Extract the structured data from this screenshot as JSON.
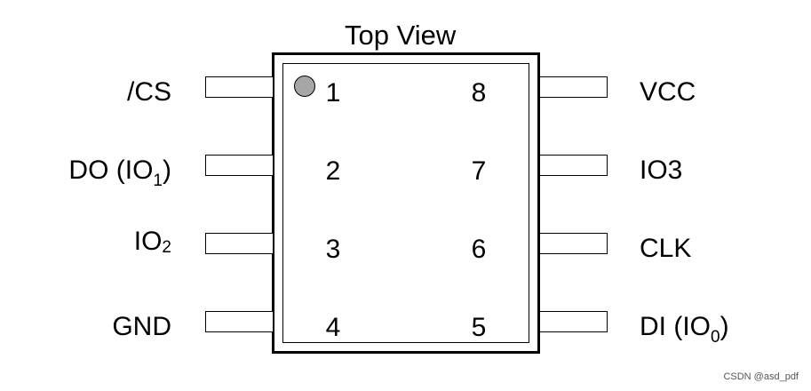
{
  "title": "Top View",
  "pins": [
    {
      "number": "1",
      "name": "/CS"
    },
    {
      "number": "2",
      "name": "DO (IO",
      "sub": "1",
      "suffix": ")"
    },
    {
      "number": "3",
      "name": "IO",
      "sub": "2"
    },
    {
      "number": "4",
      "name": "GND"
    },
    {
      "number": "5",
      "name": "DI (IO",
      "sub": "0",
      "suffix": ")"
    },
    {
      "number": "6",
      "name": "CLK"
    },
    {
      "number": "7",
      "name": "IO3"
    },
    {
      "number": "8",
      "name": "VCC"
    }
  ],
  "colors": {
    "pin1_marker": "#a6a6a6",
    "outline": "#000000"
  },
  "watermark": "CSDN @asd_pdf"
}
